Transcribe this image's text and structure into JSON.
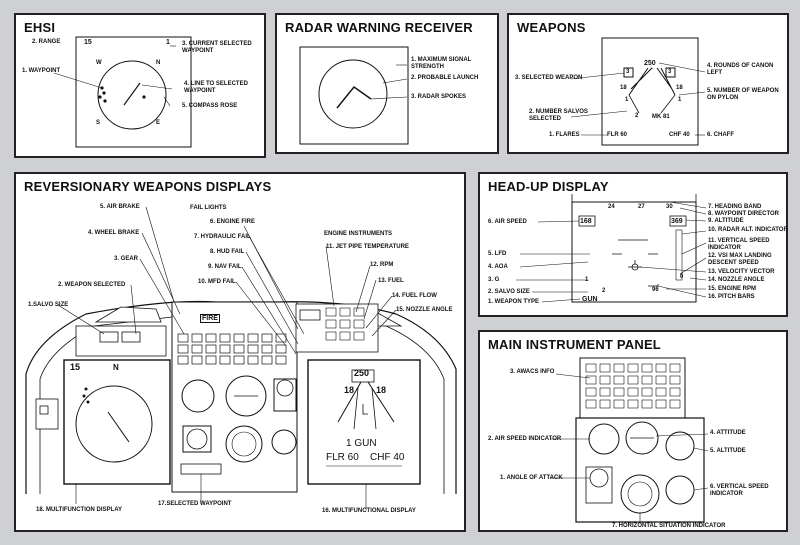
{
  "panels": {
    "ehsi": {
      "title": "EHSI",
      "labels": [
        "2. RANGE",
        "15",
        "1",
        "3. CURRENT SELECTED WAYPOINT",
        "1. WAYPOINT",
        "4. LINE TO SELECTED WAYPOINT",
        "5. COMPASS ROSE"
      ],
      "compass": [
        "W",
        "N",
        "S",
        "E"
      ]
    },
    "rwr": {
      "title": "RADAR WARNING RECEIVER",
      "labels": [
        "1. MAXIMUM SIGNAL STRENGTH",
        "2. PROBABLE LAUNCH",
        "3. RADAR SPOKES"
      ]
    },
    "weapons": {
      "title": "WEAPONS",
      "labels": [
        "3. SELECTED WEAPON",
        "4. ROUNDS OF CANON LEFT",
        "5. NUMBER OF WEAPON ON PYLON",
        "2. NUMBER SALVOS SELECTED",
        "1. FLARES",
        "6. CHAFF"
      ],
      "display": {
        "rounds": "250",
        "box_left": "3",
        "box_right": "3",
        "pylon_left": "18",
        "pylon_right": "18",
        "salvo_left": "1",
        "salvo_right": "1",
        "salvos": "2",
        "weapon": "MK 81",
        "flares": "FLR 60",
        "chaff": "CHF 40"
      }
    },
    "reversionary": {
      "title": "REVERSIONARY WEAPONS DISPLAYS",
      "labels": [
        "5. AIR BRAKE",
        "FAIL LIGHTS",
        "4. WHEEL BRAKE",
        "6. ENGINE FIRE",
        "7. HYDRAULIC FAIL",
        "8. HUD FAIL",
        "3. GEAR",
        "9. NAV FAIL",
        "10. MFD FAIL",
        "2. WEAPON SELECTED",
        "1.SALVO SIZE",
        "ENGINE INSTRUMENTS",
        "11. JET PIPE TEMPERATURE",
        "12. RPM",
        "13. FUEL",
        "14. FUEL FLOW",
        "15. NOZZLE ANGLE",
        "18. MULTIFUNCTION DISPLAY",
        "17.SELECTED WAYPOINT",
        "16. MULTIFUNCTIONAL DISPLAY"
      ],
      "mfd": {
        "rounds": "250",
        "left": "18",
        "right": "18",
        "gun": "1 GUN",
        "flares": "FLR 60",
        "chaff": "CHF 40",
        "range": "15",
        "north": "N"
      },
      "fire": "FIRE"
    },
    "hud": {
      "title": "HEAD-UP DISPLAY",
      "labels": [
        "7. HEADING BAND",
        "8. WAYPOINT DIRECTOR",
        "9. ALTITUDE",
        "10. RADAR ALT. INDICATOR",
        "6. AIR SPEED",
        "11. VERTICAL SPEED INDICATOR",
        "12. VSI MAX LANDING DESCENT SPEED",
        "5. LFD",
        "4. AOA",
        "13. VELOCITY VECTOR",
        "3. G",
        "14. NOZZLE ANGLE",
        "2. SALVO SIZE",
        "15. ENGINE RPM",
        "1. WEAPON TYPE",
        "16. PITCH BARS"
      ],
      "display": {
        "airspeed": "168",
        "altitude": "369",
        "heading": [
          "24",
          "27",
          "30"
        ],
        "g": "1",
        "salvo": "2",
        "weapon": "GUN",
        "rpm": "96",
        "nozzle": "0"
      }
    },
    "mip": {
      "title": "MAIN INSTRUMENT PANEL",
      "labels": [
        "3. AWACS INFO",
        "2. AIR SPEED INDICATOR",
        "4. ATTITUDE",
        "5. ALTITUDE",
        "1. ANGLE OF ATTACK",
        "6. VERTICAL SPEED INDICATOR",
        "7. HORIZONTAL SITUATION INDICATOR"
      ]
    }
  }
}
